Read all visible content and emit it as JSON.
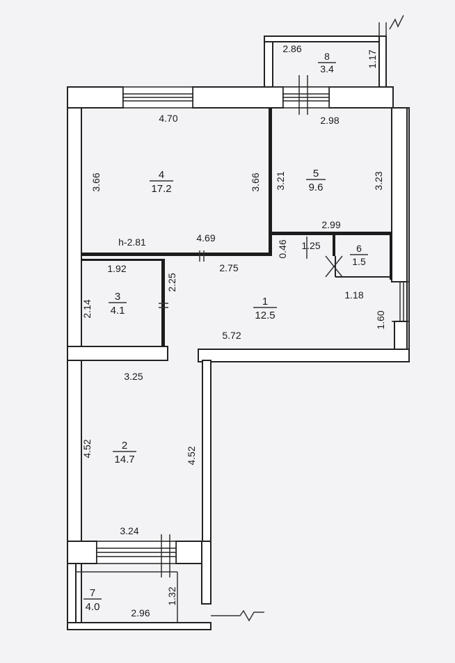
{
  "rooms": [
    {
      "id": "1",
      "area": "12.5"
    },
    {
      "id": "2",
      "area": "14.7"
    },
    {
      "id": "3",
      "area": "4.1"
    },
    {
      "id": "4",
      "area": "17.2"
    },
    {
      "id": "5",
      "area": "9.6"
    },
    {
      "id": "6",
      "area": "1.5"
    },
    {
      "id": "7",
      "area": "4.0"
    },
    {
      "id": "8",
      "area": "3.4"
    }
  ],
  "dimensions": {
    "r8_width": "2.86",
    "r8_depth": "1.17",
    "r4_top": "4.70",
    "r4_left": "3.66",
    "r4_right": "3.66",
    "r4_bottom": "4.69",
    "ceiling_height": "h-2.81",
    "r5_top": "2.98",
    "r5_left": "3.21",
    "r5_right": "3.23",
    "r5_bottom": "2.99",
    "r6_a": "0.46",
    "r6_b": "1.25",
    "r3_top": "1.92",
    "r3_left": "2.14",
    "r3_right": "2.25",
    "r1_top": "2.75",
    "r1_right": "1.18",
    "r1_side": "1.60",
    "r1_bottom": "5.72",
    "r2_top": "3.25",
    "r2_left": "4.52",
    "r2_right": "4.52",
    "r2_bottom": "3.24",
    "r7_side": "1.32",
    "r7_bottom": "2.96"
  }
}
